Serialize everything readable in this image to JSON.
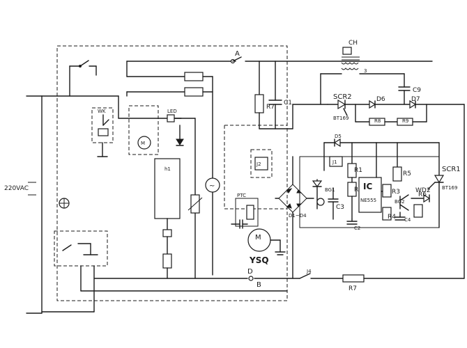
{
  "labels": {
    "node_a": "A",
    "node_b": "B",
    "node_d": "D",
    "supply": "220VAC",
    "ch": "CH",
    "three": "3",
    "c9": "C9",
    "scr2": "SCR2",
    "bt169_top": "BT169",
    "d6": "D6",
    "d7": "D7",
    "r8": "R8",
    "r9": "R9",
    "r7_top": "R7",
    "c1": "C1",
    "d5": "D5",
    "j1": "J1",
    "r1": "R1",
    "r2": "R2",
    "ic": "IC",
    "ne555": "NE555",
    "r3": "R3",
    "r5": "R5",
    "scr1": "SCR1",
    "bt169_right": "BT169",
    "wd2": "WD2",
    "bg1": "BG1",
    "bg2": "BG2",
    "r4": "R4",
    "r6": "R6",
    "c3": "C3",
    "c2": "C2",
    "c4": "C4",
    "d1d4": "D1~D4",
    "ptc": "PTC",
    "motor": "M",
    "ysq": "YSQ",
    "j4": "J4",
    "r7_bottom": "R7",
    "j2": "J2",
    "h1": "h1",
    "wk": "WK",
    "lamp": "LED"
  },
  "colors": {
    "ink": "#1a1a1a",
    "paper": "#ffffff"
  }
}
